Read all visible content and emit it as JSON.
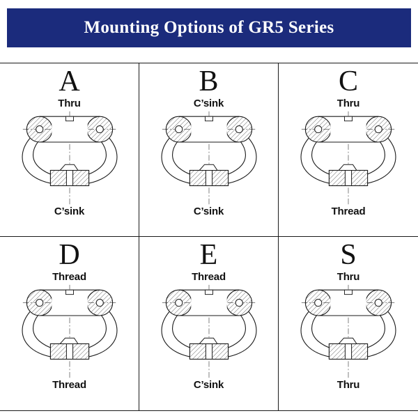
{
  "header": {
    "title": "Mounting Options of GR5 Series"
  },
  "colors": {
    "banner_bg": "#1b2b7c",
    "banner_text": "#ffffff",
    "line": "#1a1a1a"
  },
  "diagram": {
    "icon": "pull-handle-cross-section"
  },
  "cells": [
    {
      "letter": "A",
      "top_label": "Thru",
      "bottom_label": "C’sink"
    },
    {
      "letter": "B",
      "top_label": "C’sink",
      "bottom_label": "C’sink"
    },
    {
      "letter": "C",
      "top_label": "Thru",
      "bottom_label": "Thread"
    },
    {
      "letter": "D",
      "top_label": "Thread",
      "bottom_label": "Thread"
    },
    {
      "letter": "E",
      "top_label": "Thread",
      "bottom_label": "C’sink"
    },
    {
      "letter": "S",
      "top_label": "Thru",
      "bottom_label": "Thru"
    }
  ]
}
